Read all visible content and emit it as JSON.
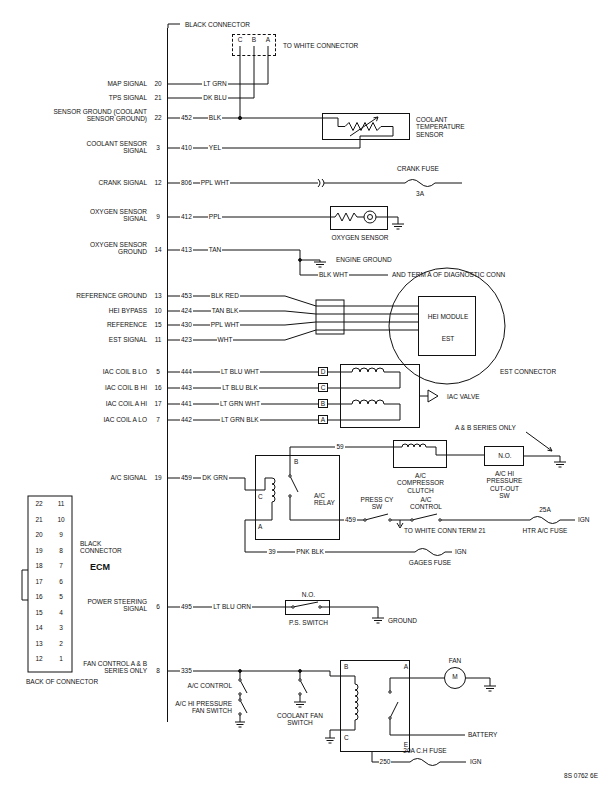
{
  "diagram": {
    "nodes": [
      {
        "text": [
          "ECM"
        ]
      },
      {
        "text": [
          "TO WHITE CONNECTOR"
        ]
      },
      {
        "text": [
          "COOLANT TEMPERATURE SENSOR"
        ]
      },
      {
        "text": [
          "OXYGEN SENSOR"
        ]
      },
      {
        "text": [
          "HEI MODULE",
          "EST"
        ]
      },
      {
        "text": [
          "IAC VALVE"
        ]
      },
      {
        "text": [
          "A/C RELAY"
        ]
      },
      {
        "text": [
          "A/C COMPRESSOR CLUTCH"
        ]
      },
      {
        "text": [
          "N.O.",
          "A/C HI PRESSURE CUT-OUT SW"
        ]
      },
      {
        "text": [
          "N.O.",
          "P.S. SWITCH"
        ]
      },
      {
        "text": [
          "B",
          "A",
          "C",
          "E"
        ]
      },
      {
        "text": [
          "FAN",
          "M"
        ]
      }
    ],
    "edges": [
      {
        "from": 0,
        "to": 1,
        "arrow": "none",
        "label": "LT GRN"
      },
      {
        "from": 0,
        "to": 1,
        "arrow": "none",
        "label": "DK BLU"
      },
      {
        "from": 0,
        "to": 2,
        "arrow": "none",
        "label": "BLK"
      },
      {
        "from": 0,
        "to": 2,
        "arrow": "none",
        "label": "YEL"
      },
      {
        "from": 0,
        "to": 3,
        "arrow": "none",
        "label": "PPL"
      },
      {
        "from": 0,
        "to": 4,
        "arrow": "none",
        "label": "BLK RED"
      },
      {
        "from": 0,
        "to": 4,
        "arrow": "none",
        "label": "TAN BLK"
      },
      {
        "from": 0,
        "to": 4,
        "arrow": "none",
        "label": "PPL WHT"
      },
      {
        "from": 0,
        "to": 4,
        "arrow": "none",
        "label": "WHT"
      },
      {
        "from": 0,
        "to": 5,
        "arrow": "none",
        "label": "LT BLU WHT"
      },
      {
        "from": 0,
        "to": 5,
        "arrow": "none",
        "label": "LT BLU BLK"
      },
      {
        "from": 0,
        "to": 5,
        "arrow": "none",
        "label": "LT GRN WHT"
      },
      {
        "from": 0,
        "to": 5,
        "arrow": "none",
        "label": "LT GRN BLK"
      },
      {
        "from": 0,
        "to": 6,
        "arrow": "none",
        "label": "DK GRN"
      },
      {
        "from": 6,
        "to": 7,
        "arrow": "none",
        "label": "59"
      },
      {
        "from": 7,
        "to": 8,
        "arrow": "none"
      },
      {
        "from": 0,
        "to": 9,
        "arrow": "none",
        "label": "LT BLU ORN"
      },
      {
        "from": 0,
        "to": 10,
        "arrow": "none"
      },
      {
        "from": 10,
        "to": 11,
        "arrow": "none"
      }
    ],
    "labels": [
      "BLACK CONNECTOR",
      "C",
      "B",
      "A",
      "MAP SIGNAL",
      "20",
      "TPS SIGNAL",
      "21",
      "SENSOR GROUND (COOLANT SENSOR GROUND)",
      "22",
      "452",
      "COOLANT SENSOR SIGNAL",
      "3",
      "410",
      "CRANK SIGNAL",
      "12",
      "806",
      "CRANK FUSE",
      "3A",
      "OXYGEN SENSOR SIGNAL",
      "9",
      "412",
      "OXYGEN SENSOR GROUND",
      "14",
      "413",
      "ENGINE GROUND",
      "BLK WHT",
      "AND TERM A OF DIAGNOSTIC CONN",
      "REFERENCE GROUND",
      "13",
      "453",
      "HEI BYPASS",
      "10",
      "424",
      "REFERENCE",
      "15",
      "430",
      "EST SIGNAL",
      "11",
      "423",
      "EST CONNECTOR",
      "IAC COIL B LO",
      "5",
      "444",
      "IAC COIL B HI",
      "16",
      "443",
      "IAC COIL A HI",
      "17",
      "441",
      "IAC COIL A LO",
      "7",
      "442",
      "D",
      "C",
      "B",
      "A",
      "A/C SIGNAL",
      "19",
      "459",
      "C",
      "A",
      "B",
      "A & B SERIES ONLY",
      "459",
      "PRESS CY SW",
      "A/C CONTROL",
      "TO WHITE CONN TERM 21",
      "25A",
      "HTR A/C FUSE",
      "IGN",
      "39",
      "PNK BLK",
      "GAGES FUSE",
      "IGN",
      "POWER STEERING SIGNAL",
      "6",
      "495",
      "GROUND",
      "FAN CONTROL A & B SERIES ONLY",
      "8",
      "335",
      "A/C CONTROL",
      "A/C HI PRESSURE FAN SWITCH",
      "COOLANT FAN SWITCH",
      "BATTERY",
      "250",
      "20A C.H FUSE",
      "IGN",
      "8S 0762 6E",
      "BLACK CONNECTOR",
      "BACK OF CONNECTOR",
      "22",
      "21",
      "20",
      "19",
      "18",
      "17",
      "16",
      "15",
      "14",
      "13",
      "12",
      "11",
      "10",
      "9",
      "8",
      "7",
      "6",
      "5",
      "4",
      "3",
      "2",
      "1",
      "PPL WHT",
      "TAN"
    ]
  }
}
